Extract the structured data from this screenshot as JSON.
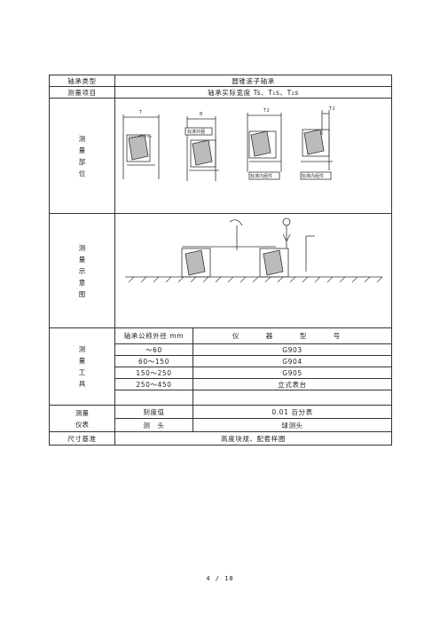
{
  "table": {
    "bearing_type_label": "轴承类型",
    "bearing_type_value": "圆锥滚子轴承",
    "item_label": "测量项目",
    "item_value": "轴承实际宽度 Ts、T₁s、T₂s",
    "position_label": [
      "测",
      "量",
      "部",
      "位"
    ],
    "position_tags": [
      "标准外圈",
      "标准内组件",
      "标准内组件"
    ],
    "position_dims": [
      "T",
      "B",
      "T2",
      "T2"
    ],
    "schematic_label": [
      "测",
      "量",
      "示",
      "意",
      "图"
    ],
    "tools_label": [
      "测",
      "量",
      "工",
      "具"
    ],
    "tools_header": [
      "轴承公称外径 mm",
      "仪 器 型 号"
    ],
    "tools_rows": [
      [
        "～60",
        "G903"
      ],
      [
        "60～150",
        "G904"
      ],
      [
        "150～250",
        "G905"
      ],
      [
        "250～450",
        "立式表台"
      ],
      [
        "",
        ""
      ]
    ],
    "instrument_label": [
      "测量",
      "仪表"
    ],
    "scale_label": "刻度值",
    "scale_value": "0.01 百分表",
    "head_label": "测　头",
    "head_value": "球测头",
    "reference_label": "尺寸基准",
    "reference_value": "高度块规、配套样圈"
  },
  "footer": {
    "page": "4 / 18"
  }
}
